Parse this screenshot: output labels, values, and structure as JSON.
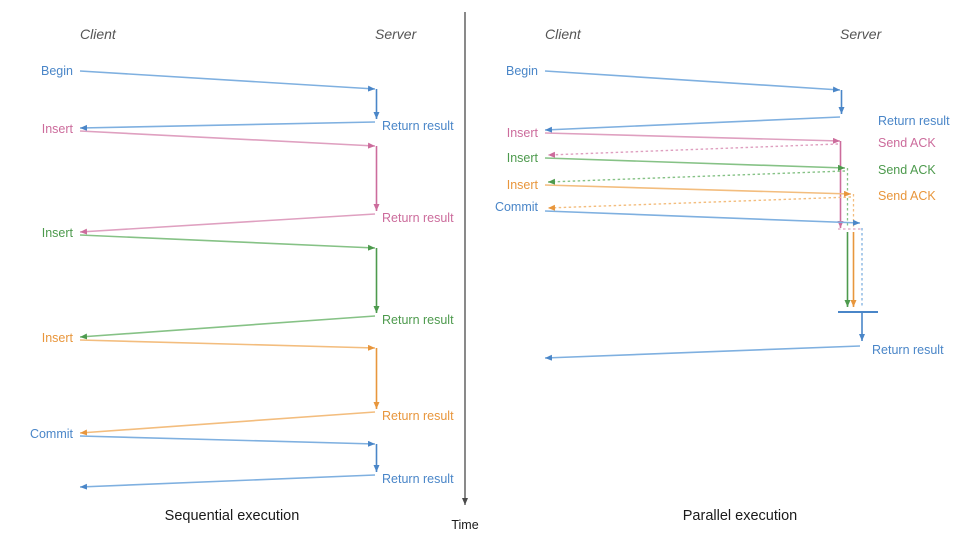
{
  "colors": {
    "blue": "#4a86c8",
    "blue_light": "#7fb0e0",
    "pink": "#cc6c9c",
    "pink_light": "#dfa0c0",
    "green": "#4d9a4d",
    "green_light": "#86c286",
    "orange": "#e8963c",
    "orange_light": "#f3bd7e",
    "axis": "#4a4a4a",
    "text": "#1a1a1a",
    "actor": "#555555",
    "background": "#ffffff"
  },
  "panels": {
    "left": {
      "caption": "Sequential execution",
      "actors": {
        "client": "Client",
        "server": "Server"
      },
      "client_labels": [
        {
          "text": "Begin",
          "color_key": "blue"
        },
        {
          "text": "Insert",
          "color_key": "pink"
        },
        {
          "text": "Insert",
          "color_key": "green"
        },
        {
          "text": "Insert",
          "color_key": "orange"
        },
        {
          "text": "Commit",
          "color_key": "blue"
        }
      ],
      "server_labels": [
        {
          "text": "Return result",
          "color_key": "blue"
        },
        {
          "text": "Return result",
          "color_key": "pink"
        },
        {
          "text": "Return result",
          "color_key": "green"
        },
        {
          "text": "Return result",
          "color_key": "orange"
        },
        {
          "text": "Return result",
          "color_key": "blue"
        }
      ]
    },
    "right": {
      "caption": "Parallel execution",
      "actors": {
        "client": "Client",
        "server": "Server"
      },
      "client_labels": [
        {
          "text": "Begin",
          "color_key": "blue"
        },
        {
          "text": "Insert",
          "color_key": "pink"
        },
        {
          "text": "Insert",
          "color_key": "green"
        },
        {
          "text": "Insert",
          "color_key": "orange"
        },
        {
          "text": "Commit",
          "color_key": "blue"
        }
      ],
      "server_labels": [
        {
          "text": "Return result",
          "color_key": "blue"
        },
        {
          "text": "Send ACK",
          "color_key": "pink"
        },
        {
          "text": "Send ACK",
          "color_key": "green"
        },
        {
          "text": "Send ACK",
          "color_key": "orange"
        },
        {
          "text": "Return result",
          "color_key": "blue"
        }
      ]
    }
  },
  "time_axis": {
    "label": "Time"
  }
}
